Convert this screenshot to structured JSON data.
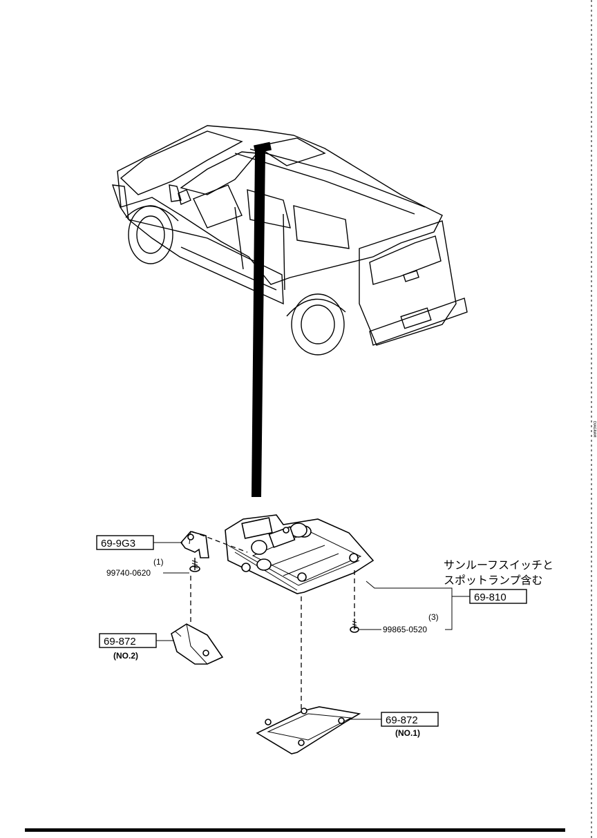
{
  "callouts": {
    "bracket": {
      "part_no": "69-9G3"
    },
    "bolt_1": {
      "qty": "(1)",
      "part_no": "99740-0620"
    },
    "cover_no2": {
      "part_no": "69-872",
      "sub": "(NO.2)"
    },
    "module_note": {
      "line1": "サンルーフスイッチと",
      "line2": "スポットランプ含む"
    },
    "module": {
      "part_no": "69-810"
    },
    "screw_3": {
      "qty": "(3)",
      "part_no": "99865-0520"
    },
    "cover_no1": {
      "part_no": "69-872",
      "sub": "(NO.1)"
    }
  },
  "border_strip_text": "DIAGRAM"
}
